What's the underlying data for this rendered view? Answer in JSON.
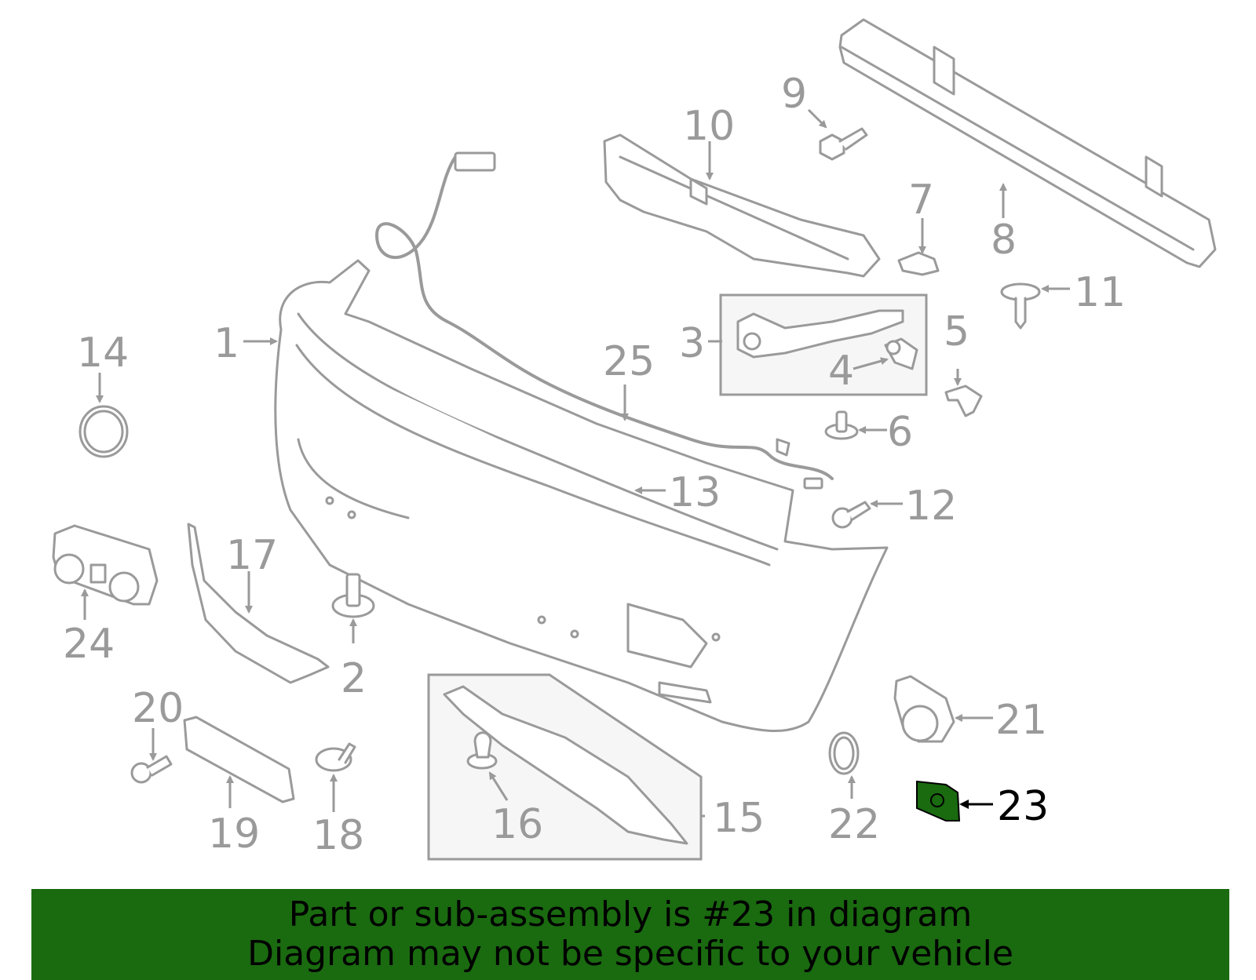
{
  "colors": {
    "line": "#9a9a9a",
    "highlight_part": "#1a6a10",
    "highlight_label": "#000000",
    "banner_bg": "#1a6a10",
    "background": "#ffffff"
  },
  "callouts": [
    "1",
    "2",
    "3",
    "4",
    "5",
    "6",
    "7",
    "8",
    "9",
    "10",
    "11",
    "12",
    "13",
    "14",
    "15",
    "16",
    "17",
    "18",
    "19",
    "20",
    "21",
    "22",
    "23",
    "24",
    "25"
  ],
  "highlighted_callout": "23",
  "banner": {
    "line1": "Part or sub-assembly is #23 in diagram",
    "line2": "Diagram may not be specific to your vehicle"
  }
}
